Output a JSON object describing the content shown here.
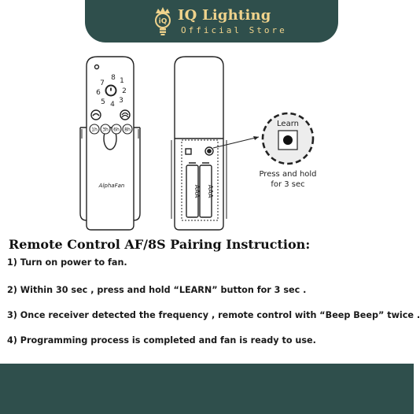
{
  "header": {
    "brand_name": "IQ Lighting",
    "brand_sub": "Official Store",
    "badge_text": "iQ"
  },
  "diagram": {
    "speed_numbers": [
      "8",
      "1",
      "7",
      "2",
      "6",
      "3",
      "5",
      "4"
    ],
    "timer_buttons": [
      "1h",
      "3h",
      "6h",
      "8h"
    ],
    "remote_brand": "AlphaFan",
    "battery_label": "AAA",
    "learn_label": "Learn",
    "callout_line1": "Press and hold",
    "callout_line2": "for 3 sec"
  },
  "instructions": {
    "title": "Remote Control AF/8S Pairing Instruction:",
    "steps": [
      "1) Turn on power to fan.",
      "2) Within 30 sec , press and hold “LEARN”  button for 3 sec .",
      "3) Once receiver detected the frequency , remote control with “Beep Beep” twice .",
      "4) Programming process is completed and fan is ready to use."
    ]
  },
  "colors": {
    "brand_dark": "#2f4f4c",
    "brand_gold": "#f0d38c"
  }
}
